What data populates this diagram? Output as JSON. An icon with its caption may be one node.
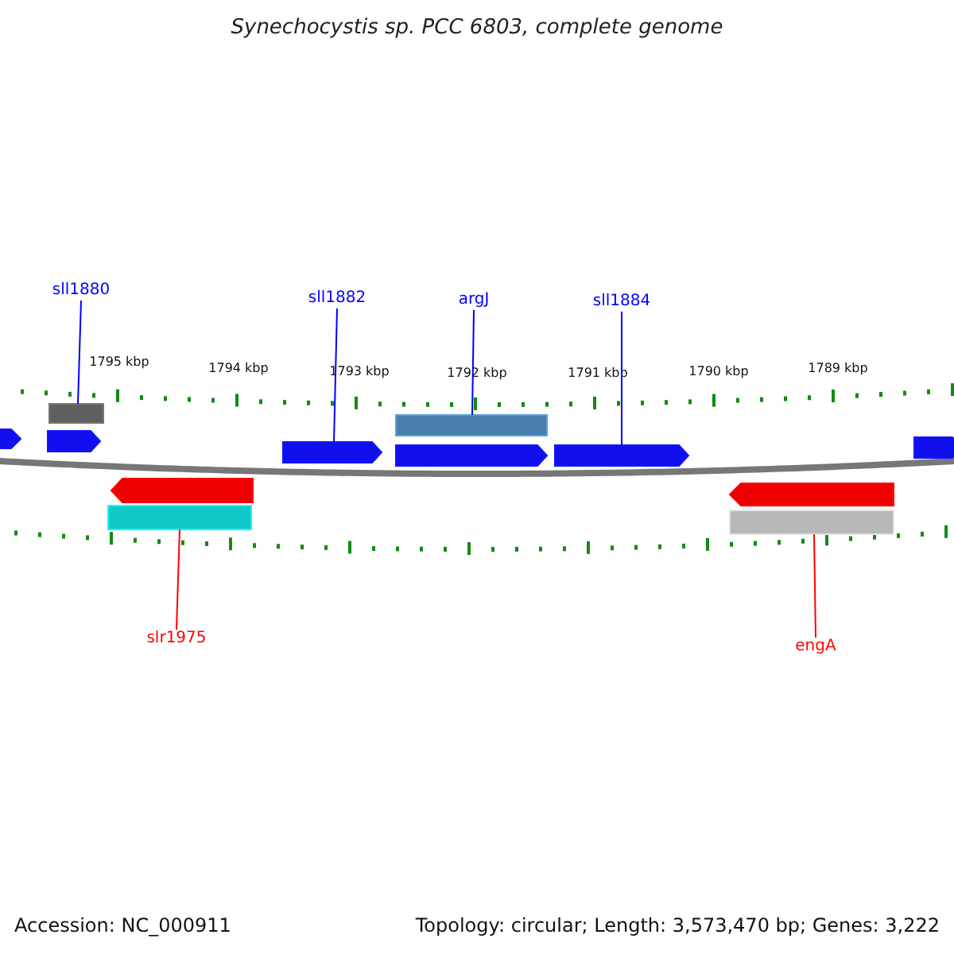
{
  "diagram": {
    "title": "Synechocystis sp. PCC 6803, complete genome",
    "nodes": [
      {
        "text": [
          "sll1880"
        ]
      },
      {
        "text": [
          "sll1882"
        ]
      },
      {
        "text": [
          "argJ"
        ]
      },
      {
        "text": [
          "sll1884"
        ]
      },
      {
        "text": [
          "slr1975"
        ]
      },
      {
        "text": [
          "engA"
        ]
      },
      {
        "text": [],
        "shape": "arrow"
      },
      {
        "text": [],
        "shape": "box"
      },
      {
        "text": [],
        "shape": "arrow"
      },
      {
        "text": [],
        "shape": "arrow"
      },
      {
        "text": [],
        "shape": "box"
      },
      {
        "text": [],
        "shape": "arrow"
      },
      {
        "text": [],
        "shape": "box"
      },
      {
        "text": [],
        "shape": "arrow"
      },
      {
        "text": [],
        "shape": "arrow"
      },
      {
        "text": [],
        "shape": "arrow"
      },
      {
        "text": [],
        "shape": "box"
      },
      {
        "text": [],
        "shape": "arrow"
      }
    ],
    "edges": [
      {
        "from": 0,
        "to": 7,
        "arrow": "none"
      },
      {
        "from": 1,
        "to": 11,
        "arrow": "none"
      },
      {
        "from": 2,
        "to": 12,
        "arrow": "none"
      },
      {
        "from": 3,
        "to": 14,
        "arrow": "none"
      },
      {
        "from": 4,
        "to": 10,
        "arrow": "none",
        "color": "#ff0000"
      },
      {
        "from": 5,
        "to": 16,
        "arrow": "none",
        "color": "#ff0000"
      }
    ],
    "labels": [
      "1795 kbp",
      "1794 kbp",
      "1793 kbp",
      "1792 kbp",
      "1791 kbp",
      "1790 kbp",
      "1789 kbp",
      "Accession: NC_000911",
      "Topology: circular; Length: 3,573,470 bp; Genes: 3,222"
    ]
  }
}
